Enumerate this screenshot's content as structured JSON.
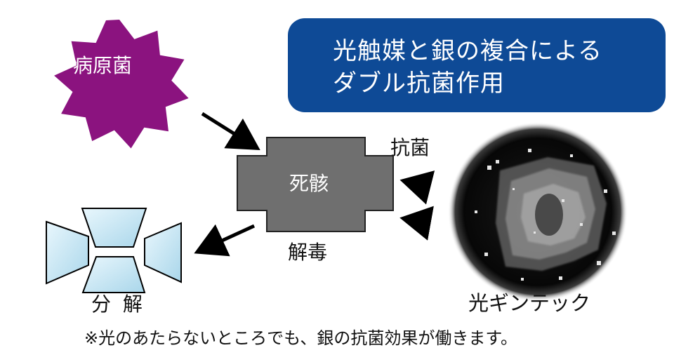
{
  "title": {
    "line1": "光触媒と銀の複合による",
    "line2": "ダブル抗菌作用"
  },
  "nodes": {
    "pathogen": "病原菌",
    "carcass": "死骸",
    "decomposition": "分 解",
    "product": "光ギンテック"
  },
  "edge_labels": {
    "antibacterial": "抗菌",
    "detox": "解毒"
  },
  "footnote": "※光のあたらないところでも、銀の抗菌効果が働きます。",
  "colors": {
    "title_bg": "#0e4a96",
    "pathogen": "#8b137f",
    "carcass": "#6f6f6f",
    "decomp_fill": "#cfeaf5"
  }
}
